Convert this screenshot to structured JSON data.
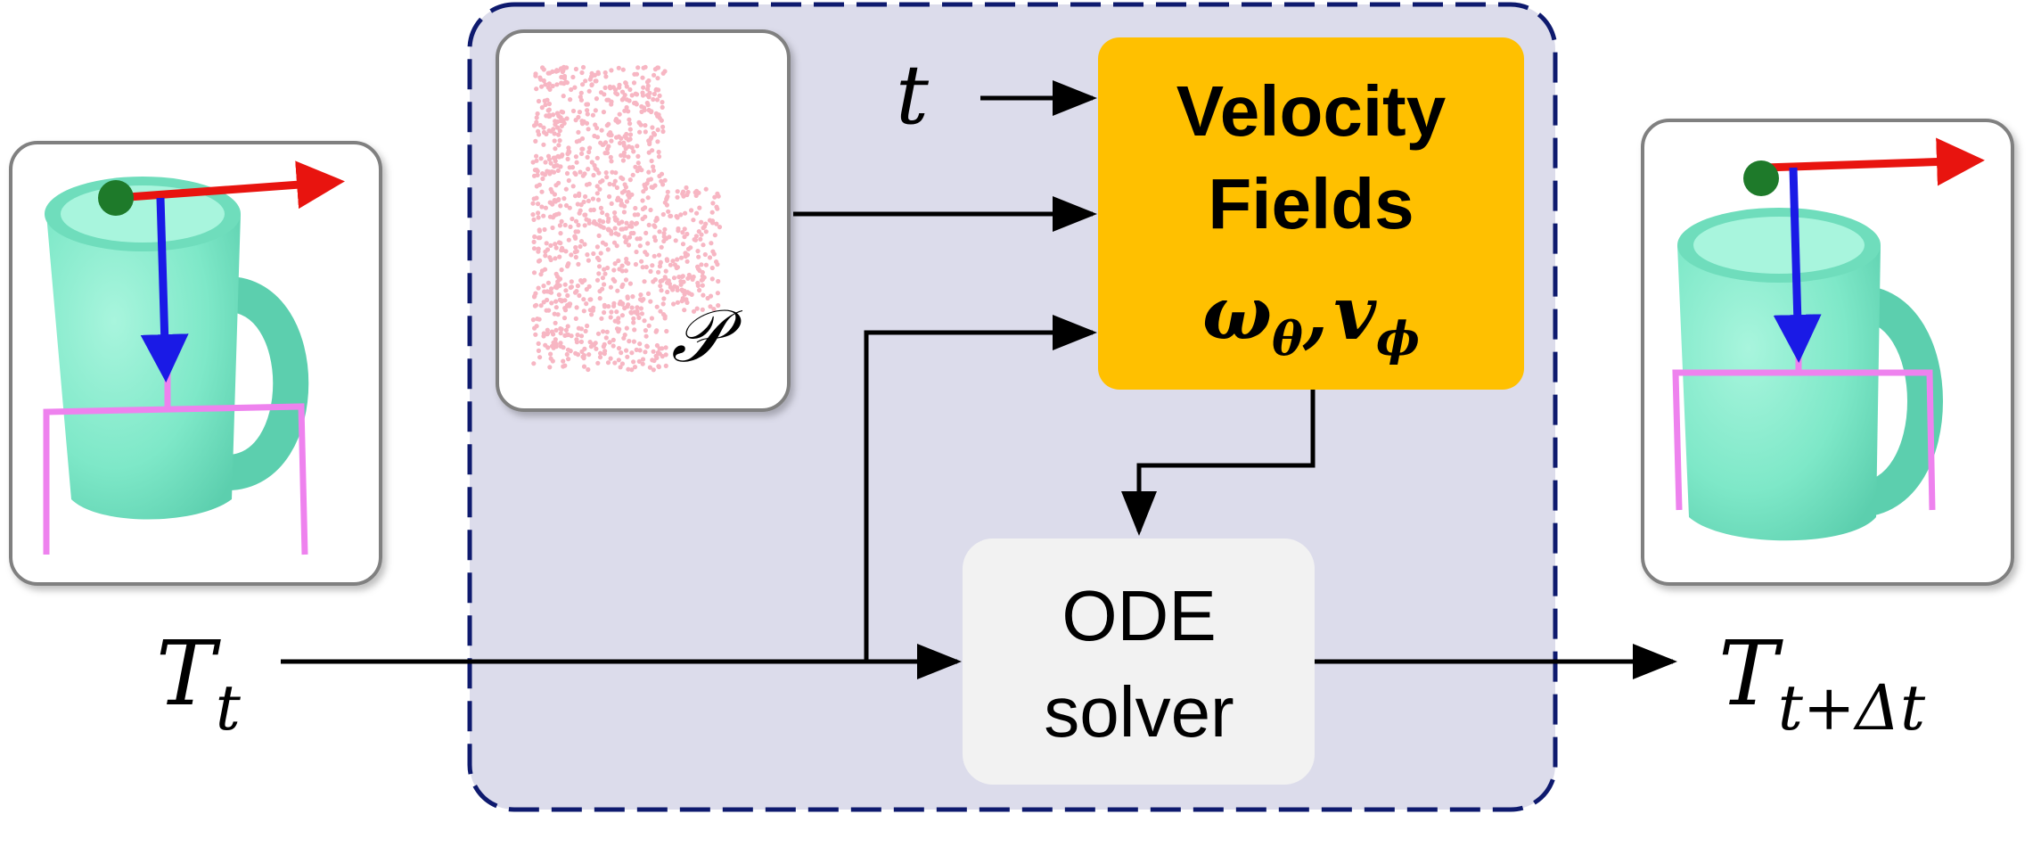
{
  "inputs": {
    "time_symbol": "t",
    "point_cloud_symbol": "𝒫",
    "input_pose_base": "T",
    "input_pose_sub": "t"
  },
  "velocity_fields": {
    "line1": "Velocity",
    "line2": "Fields",
    "omega": "ω",
    "omega_sub": "θ",
    "comma": ",",
    "v": "v",
    "v_sub": "ϕ",
    "color": "#FFC000"
  },
  "ode_solver": {
    "line1": "ODE",
    "line2": "solver",
    "color": "#F2F2F2"
  },
  "output": {
    "pose_base": "T",
    "pose_sub": "t+Δt"
  },
  "colors": {
    "panel_fill": "#DCDCEB",
    "panel_border": "#0E1A6E",
    "mug": "#7EE8C8",
    "x_axis": "#E8140F",
    "y_axis": "#1A1AE6",
    "origin": "#1E7A2A",
    "gripper": "#EE82EE",
    "points": "#F7B6C3"
  }
}
